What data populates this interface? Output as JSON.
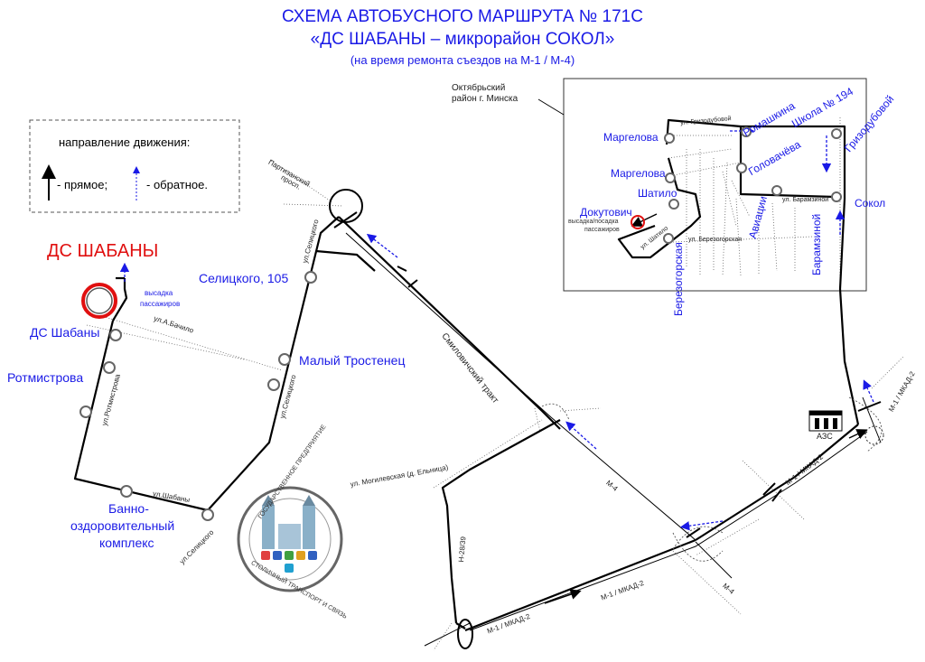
{
  "title": {
    "line1": "СХЕМА АВТОБУСНОГО МАРШРУТА № 171С",
    "line2": "«ДС ШАБАНЫ – микрорайон СОКОЛ»",
    "line3": "(на время ремонта съездов на М-1 / М-4)"
  },
  "legend": {
    "heading": "направление движения:",
    "forward": "- прямое;",
    "reverse": "- обратное."
  },
  "terminal": {
    "name": "ДС ШАБАНЫ",
    "note_line1": "высадка",
    "note_line2": "пассажиров"
  },
  "stops": {
    "ds_shabany": "ДС Шабаны",
    "rotmistrova": "Ротмистрова",
    "bath_line1": "Банно-",
    "bath_line2": "оздоровительный",
    "bath_line3": "комплекс",
    "selitskogo105": "Селицкого, 105",
    "maly_trostenets": "Малый Тростенец",
    "margelova1": "Маргелова",
    "margelova2": "Маргелова",
    "shatilo": "Шатило",
    "dokutovich": "Докутович",
    "romashkina": "Ромашкина",
    "shkola194": "Школа № 194",
    "grizodubovoy": "Гризодубовой",
    "golovacheva": "Головачёва",
    "aviatsii": "Авиации",
    "sokol": "Сокол",
    "baramzinoy": "Барамзиной",
    "berezogorskaya": "Березогорская"
  },
  "district": {
    "line1": "Октябрьский",
    "line2": "район г. Минска"
  },
  "dokutovich_note": {
    "line1": "высадка/посадка",
    "line2": "пассажиров"
  },
  "roads": {
    "partizansky": "Партизанский",
    "partizansky2": "просп.",
    "a_bachilo": "ул.А.Бачило",
    "selitskogo_1": "ул.Селицкого",
    "selitskogo_2": "ул.Селицкого",
    "selitskogo_3": "ул.Селицкого",
    "rotmistrova": "ул.Ротмистрова",
    "shabany": "ул.Шабаны",
    "smilovichsky": "Смиловичский тракт",
    "mogilevskaya": "ул. Могилевская (д. Ельница)",
    "n2839": "Н-28/39",
    "m4a": "М-4",
    "m4b": "М-4",
    "mkad1": "М-1 / МКАД-2",
    "mkad2": "М-1 / МКАД-2",
    "mkad3": "М-1 / МКАД-2",
    "mkad4": "М-1 / МКАД-2",
    "gas_station": "АЗС",
    "grizodubovoy_st": "ул. Гризодубовой",
    "berezogorskaya_st": "ул. Березогорская",
    "baramzinoy_st": "ул. Барамзиной",
    "shatilo_st": "ул. Шатило"
  },
  "emblem": {
    "top_text": "ГОСУДАРСТВЕННОЕ ПРЕДПРИЯТИЕ",
    "bottom_text": "СТОЛИЧНЫЙ ТРАНСПОРТ И СВЯЗЬ"
  },
  "colors": {
    "title_blue": "#1a1ae6",
    "terminal_red": "#e01010",
    "route_black": "#000000",
    "reverse_arrow_blue": "#1a1ae6"
  }
}
